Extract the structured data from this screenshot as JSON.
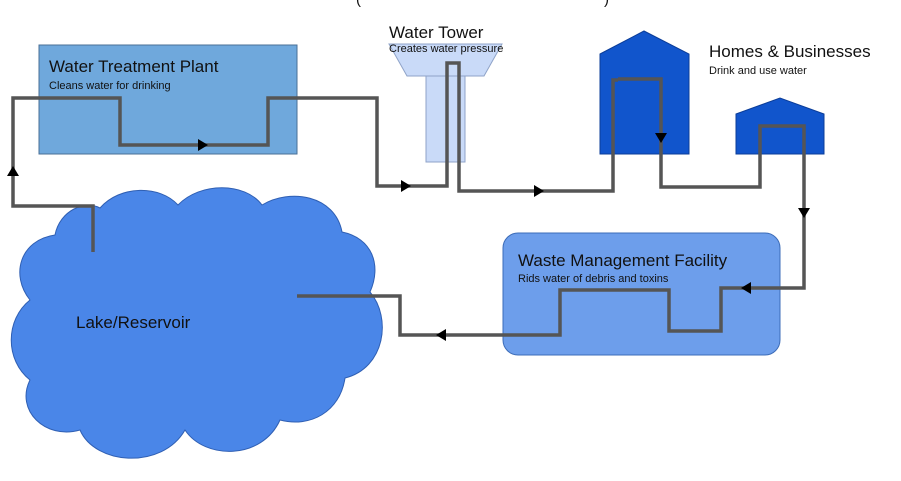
{
  "header_fragment": "(",
  "header_fragment_right": ")",
  "nodes": {
    "treatment": {
      "title": "Water Treatment Plant",
      "subtitle": "Cleans water for drinking"
    },
    "tower": {
      "title": "Water Tower",
      "subtitle": "Creates water pressure"
    },
    "homes": {
      "title": "Homes & Businesses",
      "subtitle": "Drink and use water"
    },
    "waste": {
      "title": "Waste Management Facility",
      "subtitle": "Rids water of debris and toxins"
    },
    "lake": {
      "title": "Lake/Reservoir"
    }
  },
  "colors": {
    "treatment_fill": "#6fa8dc",
    "tower_fill": "#c9daf8",
    "homes_fill": "#1155cc",
    "waste_fill": "#6d9eeb",
    "lake_fill": "#4a86e8",
    "pipe": "#555555",
    "arrow": "#000000"
  },
  "icons": [
    "arrow-head-icon"
  ]
}
